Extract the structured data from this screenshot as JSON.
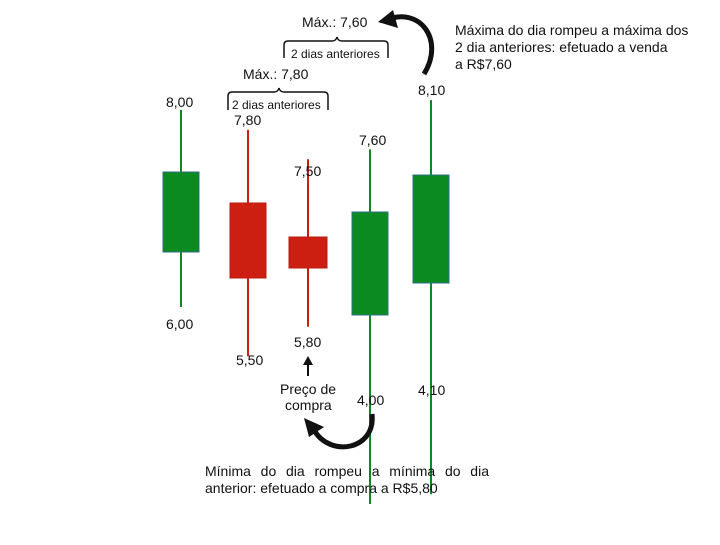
{
  "chart_data": {
    "type": "candlestick",
    "candles": [
      {
        "high": 8.0,
        "low": 6.0,
        "direction": "up",
        "labels": {
          "high": "8,00",
          "low": "6,00"
        }
      },
      {
        "high": 7.8,
        "low": 5.5,
        "direction": "down",
        "labels": {
          "high": "7,80",
          "low": "5,50"
        }
      },
      {
        "high": 7.5,
        "low": 5.8,
        "direction": "down",
        "labels": {
          "high": "7,50",
          "low": "5,80"
        }
      },
      {
        "high": 7.6,
        "low": 4.0,
        "direction": "up",
        "labels": {
          "high": "7,60",
          "low": "4,00"
        }
      },
      {
        "high": 8.1,
        "low": 4.1,
        "direction": "up",
        "labels": {
          "high": "8,10",
          "low": "4,10"
        }
      }
    ],
    "colors": {
      "up": "#0b8a1f",
      "down": "#cc1f12",
      "wick_up": "#0b8a1f",
      "wick_down": "#cc1f12"
    }
  },
  "annotations": {
    "max_780": "Máx.: 7,80",
    "bracket1_label": "2 dias anteriores",
    "max_760": "Máx.: 7,60",
    "bracket2_label": "2 dias anteriores",
    "buy_label_line1": "Preço de",
    "buy_label_line2": "compra",
    "sell_note_line1": "Máxima do dia rompeu a máxima dos",
    "sell_note_line2": "2 dia anteriores: efetuado a venda",
    "sell_note_line3": "a R$7,60",
    "buy_note_line1": "Mínima do dia rompeu a mínima do dia",
    "buy_note_line2": "anterior: efetuado a compra a R$5,80"
  }
}
